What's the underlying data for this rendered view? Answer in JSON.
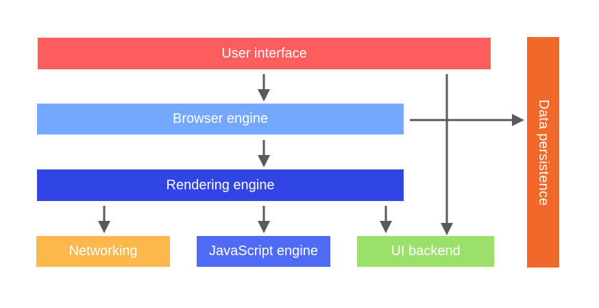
{
  "components": {
    "user_interface": {
      "label": "User interface",
      "color": "#fe5d5d"
    },
    "browser_engine": {
      "label": "Browser engine",
      "color": "#74a7fe"
    },
    "rendering_engine": {
      "label": "Rendering engine",
      "color": "#3045e3"
    },
    "networking": {
      "label": "Networking",
      "color": "#fdb84b"
    },
    "javascript_engine": {
      "label": "JavaScript engine",
      "color": "#4f6bf5"
    },
    "ui_backend": {
      "label": "UI backend",
      "color": "#9be06a"
    },
    "data_persistence": {
      "label": "Data persistence",
      "color": "#f0682a"
    }
  },
  "connections": [
    {
      "from": "User interface",
      "to": "Browser engine"
    },
    {
      "from": "User interface",
      "to": "UI backend"
    },
    {
      "from": "Browser engine",
      "to": "Rendering engine"
    },
    {
      "from": "Browser engine",
      "to": "Data persistence"
    },
    {
      "from": "Rendering engine",
      "to": "Networking"
    },
    {
      "from": "Rendering engine",
      "to": "JavaScript engine"
    },
    {
      "from": "Rendering engine",
      "to": "UI backend"
    }
  ],
  "arrow_color": "#5a5a5a"
}
